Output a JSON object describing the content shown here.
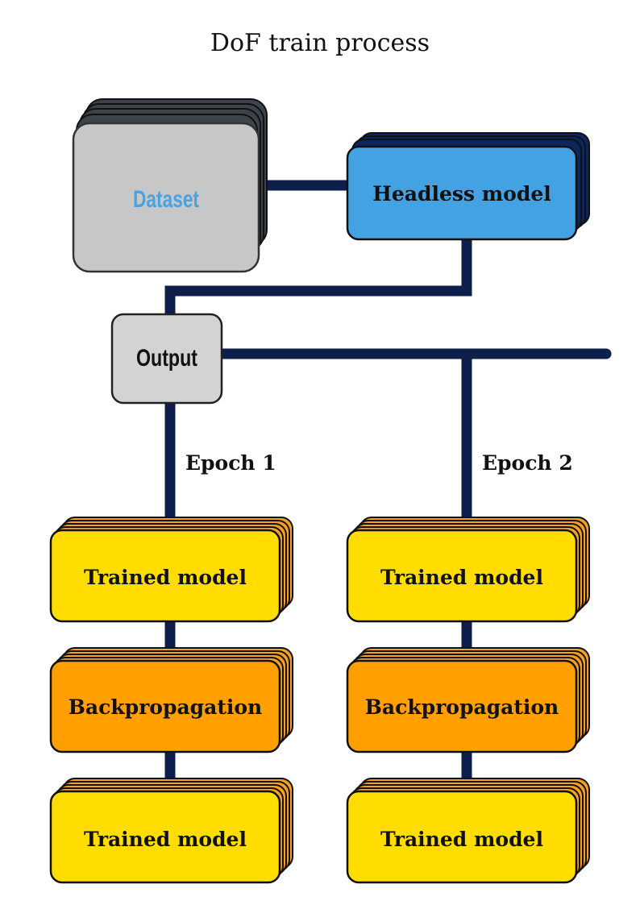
{
  "title": "DoF train process",
  "colors": {
    "line": "#0d1f4a",
    "dataset_fill": "#c7c7c7",
    "dataset_text": "#49a3e0",
    "dataset_shadow": "#3d434b",
    "headless_fill": "#43a2e2",
    "headless_shadow": "#0b2660",
    "output_fill": "#d3d3d3",
    "trained_fill": "#ffdd00",
    "trained_shadow": "#f7a21a",
    "backprop_fill": "#ff9f00",
    "backprop_shadow": "#f7a21a"
  },
  "nodes": {
    "dataset": "Dataset",
    "headless_model": "Headless model",
    "output": "Output"
  },
  "branches": [
    {
      "label": "Epoch 1",
      "steps": [
        "Trained model",
        "Backpropagation",
        "Trained model"
      ]
    },
    {
      "label": "Epoch 2",
      "steps": [
        "Trained model",
        "Backpropagation",
        "Trained model"
      ]
    }
  ]
}
